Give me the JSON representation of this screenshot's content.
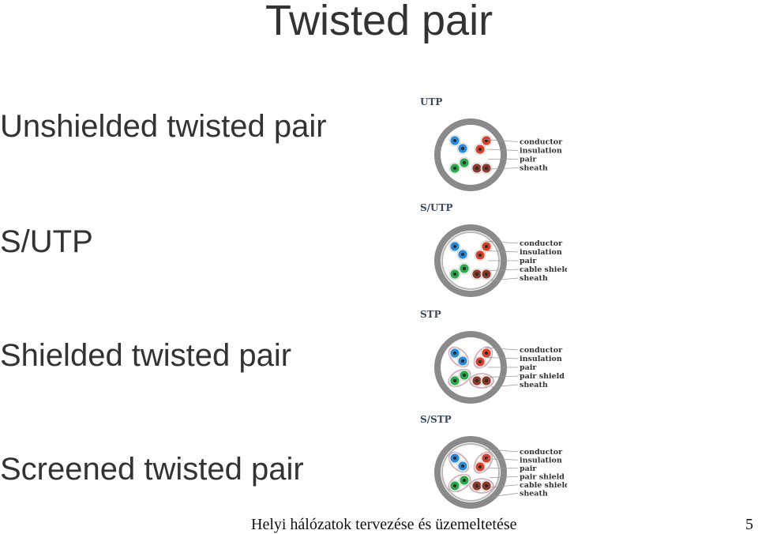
{
  "slide": {
    "title": "Twisted pair",
    "footer": "Helyi hálózatok tervezése és üzemeltetése",
    "page_number": "5"
  },
  "rows": [
    {
      "label": "Unshielded twisted pair",
      "diagram_title": "UTP",
      "legend": [
        "conductor",
        "insulation",
        "pair",
        "sheath"
      ],
      "cable_shield": false,
      "pair_shield": false
    },
    {
      "label": "S/UTP",
      "diagram_title": "S/UTP",
      "legend": [
        "conductor",
        "insulation",
        "pair",
        "cable shield",
        "sheath"
      ],
      "cable_shield": true,
      "pair_shield": false
    },
    {
      "label": "Shielded twisted pair",
      "diagram_title": "STP",
      "legend": [
        "conductor",
        "insulation",
        "pair",
        "pair shield",
        "sheath"
      ],
      "cable_shield": false,
      "pair_shield": true
    },
    {
      "label": "Screened twisted pair",
      "diagram_title": "S/STP",
      "legend": [
        "conductor",
        "insulation",
        "pair",
        "pair shield",
        "cable shield",
        "sheath"
      ],
      "cable_shield": true,
      "pair_shield": true
    }
  ],
  "colors": {
    "sheath": "#8a8a8a",
    "blue_pair": "#2a8ad8",
    "orange_pair": "#d8402a",
    "green_pair": "#2aa84a",
    "brown_pair": "#8a3a2a",
    "pair_shield": "#d0a8b8"
  }
}
